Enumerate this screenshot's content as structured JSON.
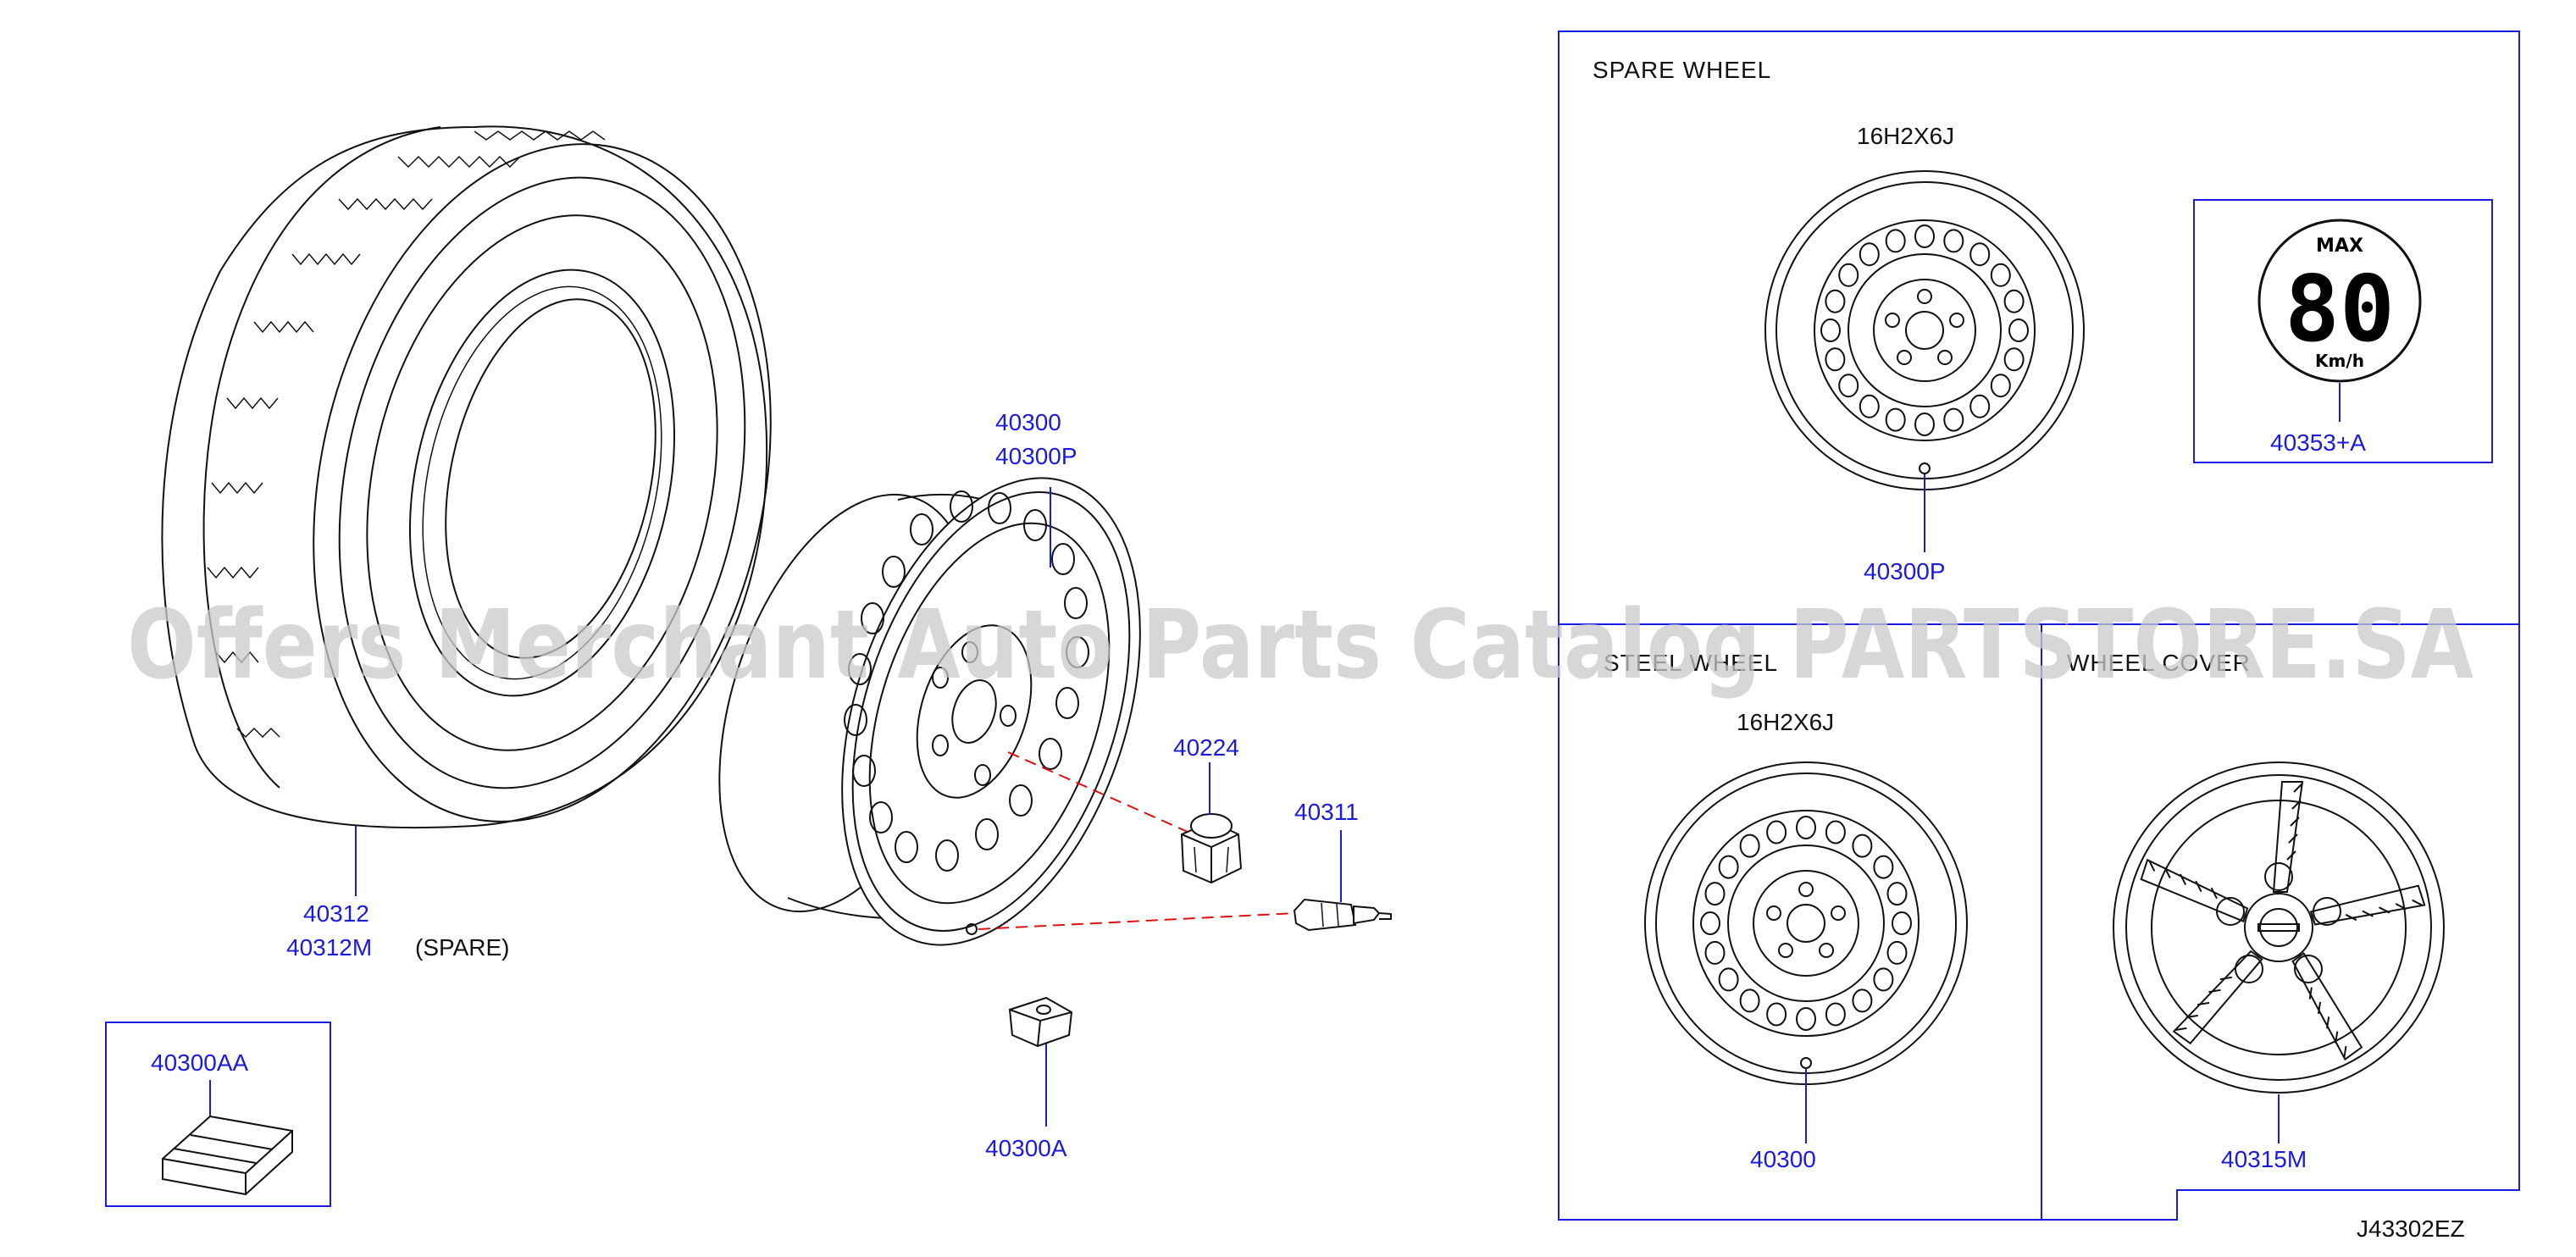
{
  "headings": {
    "spare_wheel": "SPARE   WHEEL",
    "steel_wheel": "STEEL   WHEEL",
    "wheel_cover": "WHEEL   COVER"
  },
  "sizes": {
    "spare": "16H2X6J",
    "steel": "16H2X6J"
  },
  "speed_sign": {
    "max": "MAX",
    "value": "80",
    "unit": "Km/h"
  },
  "parts": {
    "tire_1": "40312",
    "tire_2": "40312M",
    "tire_note": "(SPARE)",
    "wheel_1": "40300",
    "wheel_2": "40300P",
    "nut": "40224",
    "valve": "40311",
    "weight": "40300A",
    "weight_kit": "40300AA",
    "spare_wheel": "40300P",
    "speed_label": "40353+A",
    "steel_wheel": "40300",
    "cover": "40315M"
  },
  "diagram_code": "J43302EZ",
  "watermark": "Offers Merchant Auto Parts Catalog PARTSTORE.SA",
  "colors": {
    "label": "#1a1ae0",
    "line": "#111111",
    "dash": "#e01010",
    "watermark": "#c9c9c9"
  }
}
